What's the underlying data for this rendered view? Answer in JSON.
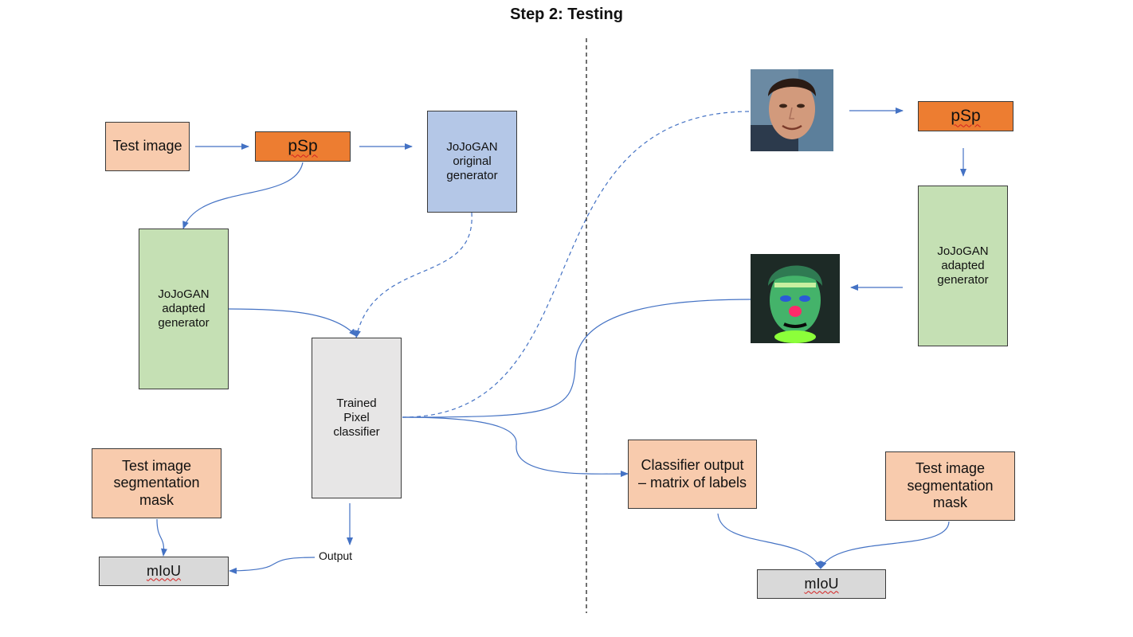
{
  "title": "Step 2: Testing",
  "left": {
    "test_image": "Test image",
    "psp": "pSp",
    "original_generator": "JoJoGAN original generator",
    "adapted_generator": "JoJoGAN adapted generator",
    "classifier": "Trained Pixel classifier",
    "seg_mask": "Test image segmentation mask",
    "miou": "mIoU",
    "output_label": "Output"
  },
  "right": {
    "psp": "pSp",
    "adapted_generator": "JoJoGAN adapted generator",
    "classifier_output": "Classifier output – matrix of labels",
    "seg_mask": "Test image segmentation mask",
    "miou": "mIoU"
  },
  "colors": {
    "peach": "#f8cbad",
    "orange": "#ed7d31",
    "blue": "#b4c7e7",
    "green": "#c5e0b4",
    "grey": "#d9d9d9",
    "arrow": "#4472c4"
  }
}
